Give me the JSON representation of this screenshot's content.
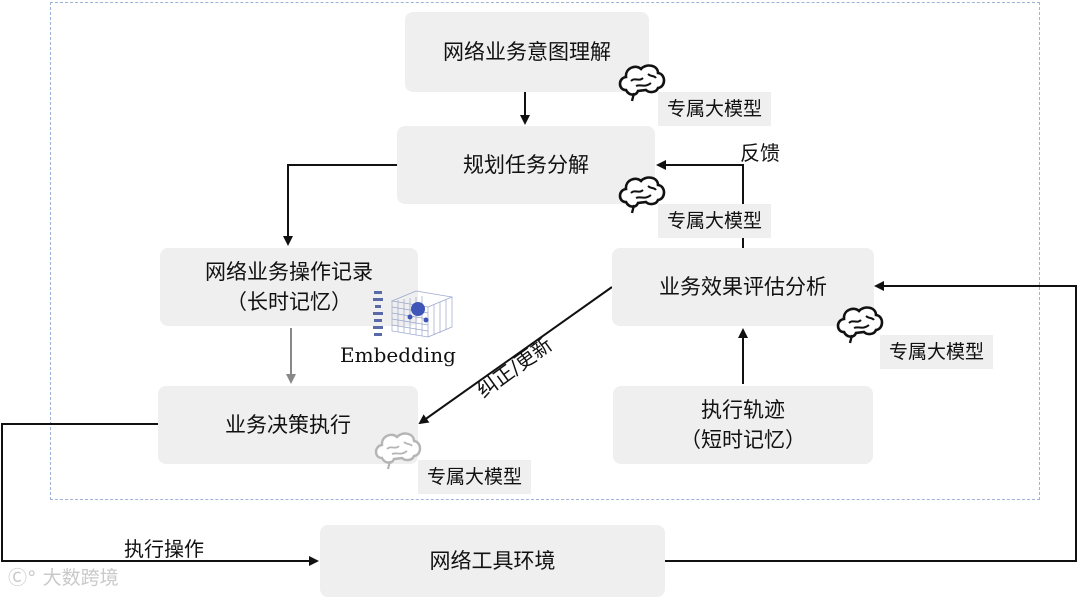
{
  "nodes": {
    "intent": "网络业务意图理解",
    "plan": "规划任务分解",
    "record_line1": "网络业务操作记录",
    "record_line2": "（长时记忆）",
    "evaluate": "业务效果评估分析",
    "execute": "业务决策执行",
    "trace_line1": "执行轨迹",
    "trace_line2": "（短时记忆）",
    "env": "网络工具环境"
  },
  "tags": {
    "intent_model": "专属大模型",
    "plan_model": "专属大模型",
    "evaluate_model": "专属大模型",
    "execute_model": "专属大模型"
  },
  "edge_labels": {
    "feedback": "反馈",
    "correct_update": "纠正/更新",
    "execute_op": "执行操作"
  },
  "embedding": {
    "label": "Embedding"
  },
  "watermark": "大数跨境",
  "colors": {
    "frame": "#9db3d8",
    "box": "#efefef",
    "arrow": "#111111",
    "gray_arrow": "#888888"
  }
}
